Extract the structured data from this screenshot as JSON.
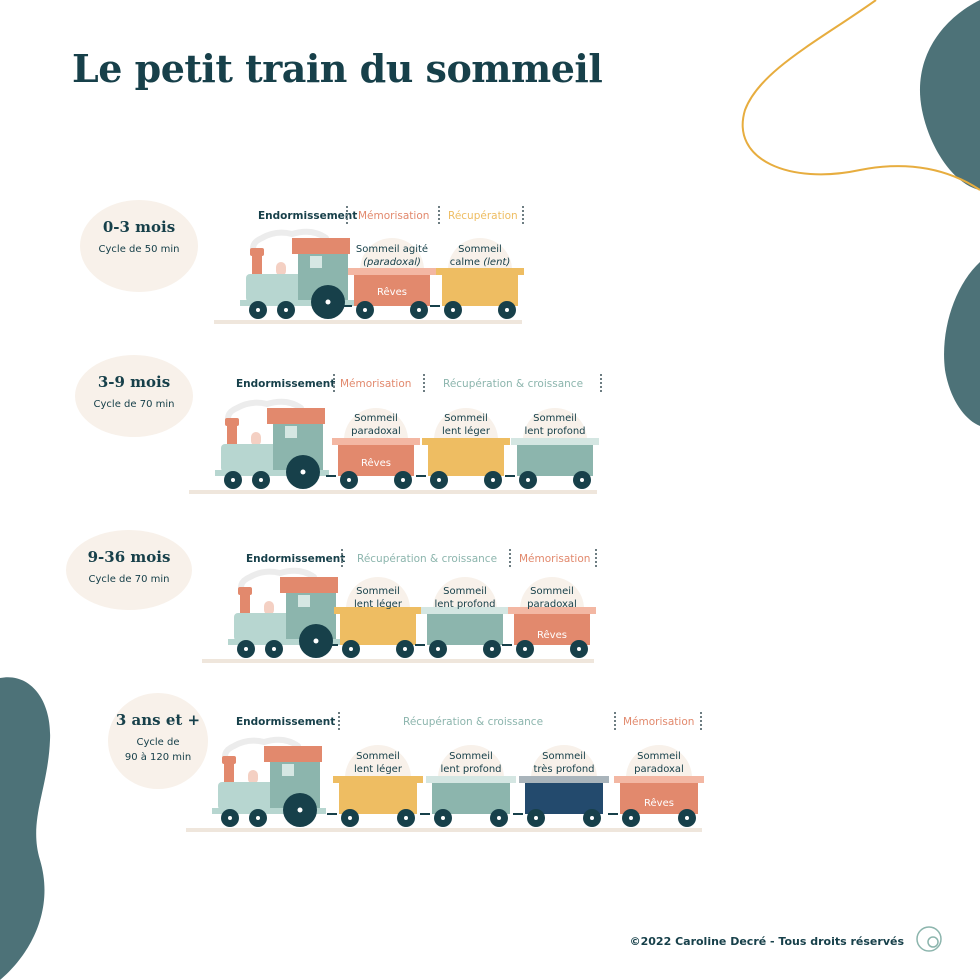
{
  "title": "Le petit train du sommeil",
  "colors": {
    "dark": "#17404a",
    "teal": "#4d7278",
    "sage": "#8cb5ad",
    "coral": "#e2896d",
    "mustard": "#eebd62",
    "navy": "#234a6d",
    "light_green": "#b7d6d0",
    "pink": "#f4d0c3",
    "cream": "#f8f1ea",
    "gold_line": "#e7ad3f"
  },
  "rows": [
    {
      "age": "0-3 mois",
      "cycle": [
        "Cycle de 50 min"
      ],
      "phases": [
        {
          "label": "Endormissement",
          "color": "dark"
        },
        {
          "label": "Mémorisation",
          "color": "coral"
        },
        {
          "label": "Récupération",
          "color": "mustard"
        }
      ],
      "wagons": [
        {
          "line1": "Sommeil agité",
          "line2": "(paradoxal)",
          "italic2": true,
          "color": "coral",
          "reves": "Rêves"
        },
        {
          "line1": "Sommeil",
          "line2": "calme ",
          "line2_italic": "(lent)",
          "color": "mustard",
          "reves": ""
        }
      ]
    },
    {
      "age": "3-9 mois",
      "cycle": [
        "Cycle de 70 min"
      ],
      "phases": [
        {
          "label": "Endormissement",
          "color": "dark"
        },
        {
          "label": "Mémorisation",
          "color": "coral"
        },
        {
          "label": "Récupération & croissance",
          "color": "sage"
        }
      ],
      "wagons": [
        {
          "line1": "Sommeil",
          "line2": "paradoxal",
          "color": "coral",
          "reves": "Rêves"
        },
        {
          "line1": "Sommeil",
          "line2": "lent léger",
          "color": "mustard",
          "reves": ""
        },
        {
          "line1": "Sommeil",
          "line2": "lent profond",
          "color": "sage",
          "reves": ""
        }
      ]
    },
    {
      "age": "9-36 mois",
      "cycle": [
        "Cycle de 70 min"
      ],
      "phases": [
        {
          "label": "Endormissement",
          "color": "dark"
        },
        {
          "label": "Récupération & croissance",
          "color": "sage"
        },
        {
          "label": "Mémorisation",
          "color": "coral"
        }
      ],
      "wagons": [
        {
          "line1": "Sommeil",
          "line2": "lent léger",
          "color": "mustard",
          "reves": ""
        },
        {
          "line1": "Sommeil",
          "line2": "lent profond",
          "color": "sage",
          "reves": ""
        },
        {
          "line1": "Sommeil",
          "line2": "paradoxal",
          "color": "coral",
          "reves": "Rêves"
        }
      ]
    },
    {
      "age": "3 ans et +",
      "cycle": [
        "Cycle de",
        "90 à 120 min"
      ],
      "phases": [
        {
          "label": "Endormissement",
          "color": "dark"
        },
        {
          "label": "Récupération & croissance",
          "color": "sage"
        },
        {
          "label": "Mémorisation",
          "color": "coral"
        }
      ],
      "wagons": [
        {
          "line1": "Sommeil",
          "line2": "lent léger",
          "color": "mustard",
          "reves": ""
        },
        {
          "line1": "Sommeil",
          "line2": "lent profond",
          "color": "sage",
          "reves": ""
        },
        {
          "line1": "Sommeil",
          "line2": "très profond",
          "color": "navy",
          "reves": ""
        },
        {
          "line1": "Sommeil",
          "line2": "paradoxal",
          "color": "coral",
          "reves": "Rêves"
        }
      ]
    }
  ],
  "footer": "©2022 Caroline Decré - Tous droits réservés"
}
